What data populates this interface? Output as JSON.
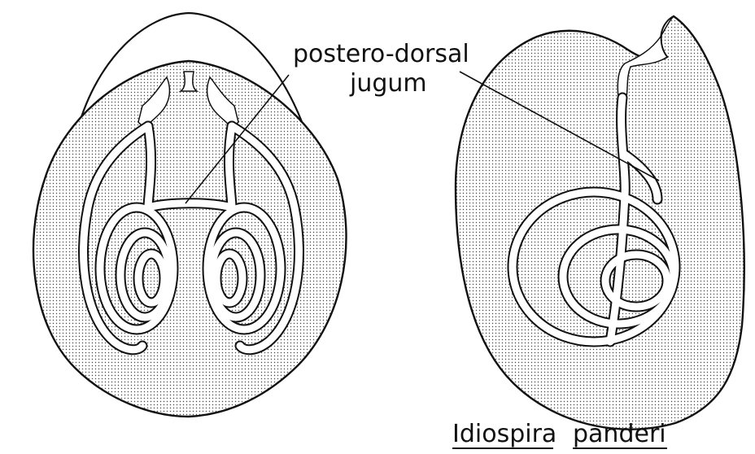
{
  "figure": {
    "annotation": {
      "line1": "postero-dorsal",
      "line2": "jugum"
    },
    "caption": {
      "genus": "Idiospira",
      "species": "panderi"
    },
    "colors": {
      "ink": "#111111",
      "stipple": "#555555",
      "paper": "#ffffff",
      "lophophore": "#ffffff"
    }
  }
}
